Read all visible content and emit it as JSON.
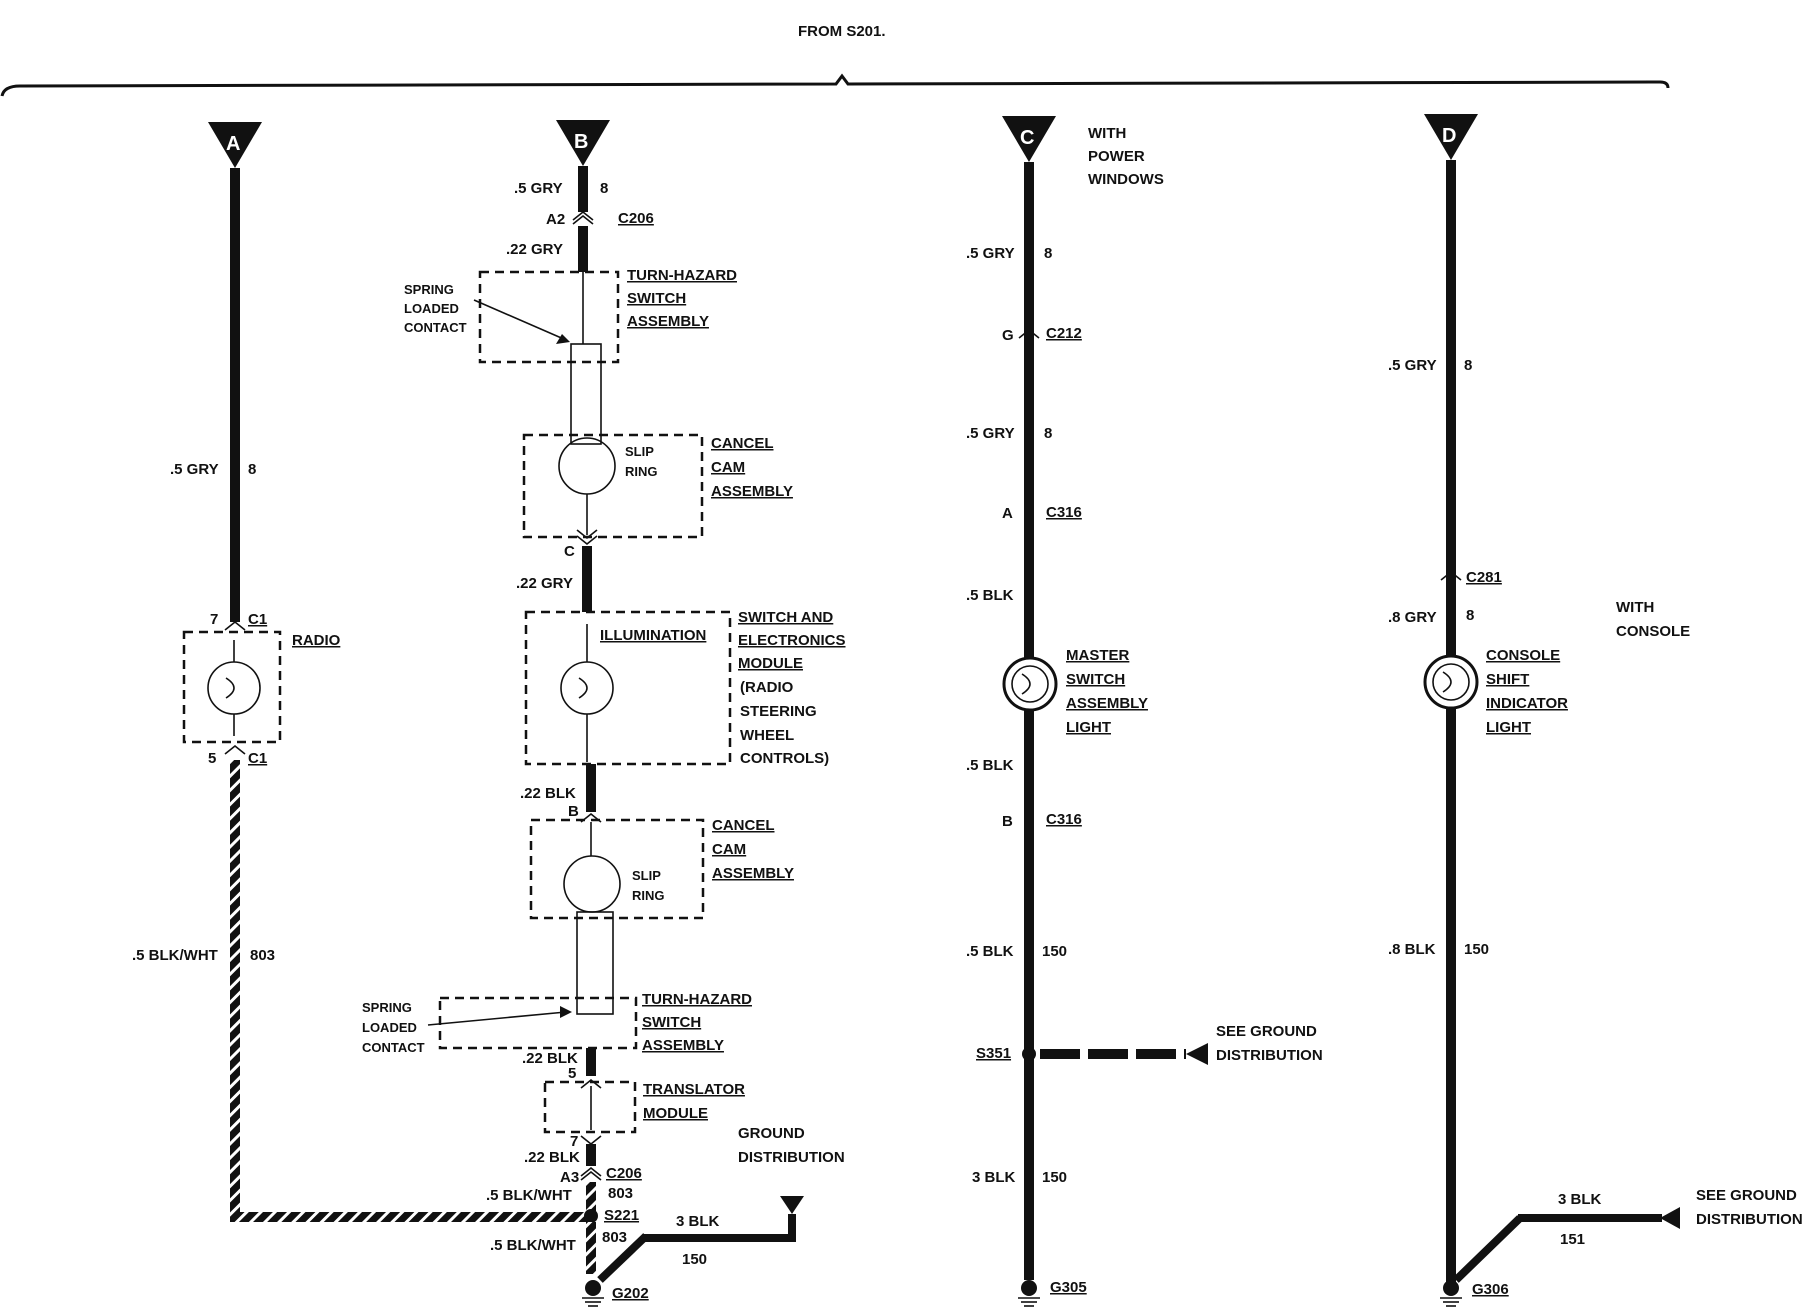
{
  "header": {
    "title": "FROM S201."
  },
  "circuits": [
    {
      "id": "A",
      "label": "A"
    },
    {
      "id": "B",
      "label": "B"
    },
    {
      "id": "C",
      "label": "C"
    },
    {
      "id": "D",
      "label": "D"
    }
  ],
  "circuit_a": {
    "wire_top_color": ".5 GRY",
    "wire_top_num": "8",
    "pin_top": "7",
    "conn_top": "C1",
    "component": "RADIO",
    "pin_bottom": "5",
    "conn_bottom": "C1",
    "wire_bottom_color": ".5 BLK/WHT",
    "wire_bottom_num": "803"
  },
  "circuit_b": {
    "wire1_color": ".5 GRY",
    "wire1_num": "8",
    "c206_pin_top": "A2",
    "c206_top": "C206",
    "wire2_color": ".22 GRY",
    "spring_top": [
      "SPRING",
      "LOADED",
      "CONTACT"
    ],
    "turn_hazard_top": [
      "TURN-HAZARD",
      "SWITCH",
      "ASSEMBLY"
    ],
    "slip_ring_top": [
      "SLIP",
      "RING"
    ],
    "cancel_cam_top": [
      "CANCEL",
      "CAM",
      "ASSEMBLY"
    ],
    "pin_c": "C",
    "wire3_color": ".22 GRY",
    "illumination": "ILLUMINATION",
    "switch_module": [
      "SWITCH AND",
      "ELECTRONICS",
      "MODULE"
    ],
    "switch_module_note": [
      "(RADIO",
      "STEERING",
      "WHEEL",
      "CONTROLS)"
    ],
    "wire4_color": ".22 BLK",
    "pin_b": "B",
    "slip_ring_bottom": [
      "SLIP",
      "RING"
    ],
    "cancel_cam_bottom": [
      "CANCEL",
      "CAM",
      "ASSEMBLY"
    ],
    "spring_bottom": [
      "SPRING",
      "LOADED",
      "CONTACT"
    ],
    "turn_hazard_bottom": [
      "TURN-HAZARD",
      "SWITCH",
      "ASSEMBLY"
    ],
    "wire5_color": ".22 BLK",
    "pin_5": "5",
    "translator": [
      "TRANSLATOR",
      "MODULE"
    ],
    "pin_7": "7",
    "wire6_color": ".22 BLK",
    "c206_pin_bottom": "A3",
    "c206_bottom": "C206",
    "wire7_num": "803",
    "splice_in_color": ".5 BLK/WHT",
    "splice": "S221",
    "wire8_color": ".5 BLK/WHT",
    "wire8_num": "803",
    "ground": "G202",
    "ground_dist": [
      "GROUND",
      "DISTRIBUTION"
    ],
    "ground_wire_color": "3 BLK",
    "ground_wire_num": "150"
  },
  "circuit_c": {
    "note": [
      "WITH",
      "POWER",
      "WINDOWS"
    ],
    "wire1_color": ".5 GRY",
    "wire1_num": "8",
    "c212_pin": "G",
    "c212": "C212",
    "wire2_color": ".5 GRY",
    "wire2_num": "8",
    "c316a_pin": "A",
    "c316a": "C316",
    "wire3_color": ".5 BLK",
    "component": [
      "MASTER",
      "SWITCH",
      "ASSEMBLY",
      "LIGHT"
    ],
    "wire4_color": ".5 BLK",
    "c316b_pin": "B",
    "c316b": "C316",
    "wire5_color": ".5 BLK",
    "wire5_num": "150",
    "splice": "S351",
    "see_ground": [
      "SEE GROUND",
      "DISTRIBUTION"
    ],
    "wire6_color": "3 BLK",
    "wire6_num": "150",
    "ground": "G305"
  },
  "circuit_d": {
    "wire1_color": ".5 GRY",
    "wire1_num": "8",
    "c281": "C281",
    "wire2_color": ".8 GRY",
    "wire2_num": "8",
    "note": [
      "WITH",
      "CONSOLE"
    ],
    "component": [
      "CONSOLE",
      "SHIFT",
      "INDICATOR",
      "LIGHT"
    ],
    "wire3_color": ".8 BLK",
    "wire3_num": "150",
    "ground": "G306",
    "ground_wire_color": "3 BLK",
    "ground_wire_num": "151",
    "see_ground": [
      "SEE GROUND",
      "DISTRIBUTION"
    ]
  }
}
